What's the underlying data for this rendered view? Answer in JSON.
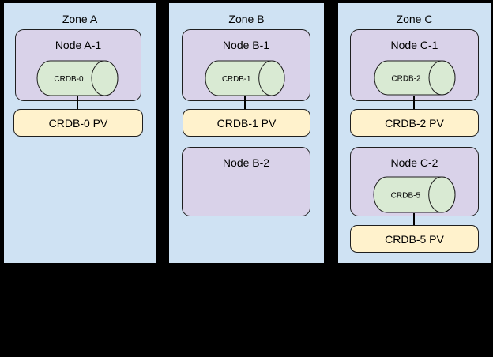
{
  "diagram": {
    "colors": {
      "background": "#000000",
      "zone_fill": "#cfe2f3",
      "node_fill": "#d9d2e9",
      "pod_fill": "#d9ead3",
      "pv_fill": "#fff2cc",
      "stroke": "#1f1f1f"
    },
    "zones": [
      {
        "label": "Zone A",
        "nodes": [
          {
            "label": "Node A-1",
            "pod_label": "CRDB-0",
            "pv_label": "CRDB-0 PV"
          }
        ]
      },
      {
        "label": "Zone B",
        "nodes": [
          {
            "label": "Node B-1",
            "pod_label": "CRDB-1",
            "pv_label": "CRDB-1 PV"
          },
          {
            "label": "Node B-2"
          }
        ]
      },
      {
        "label": "Zone C",
        "nodes": [
          {
            "label": "Node C-1",
            "pod_label": "CRDB-2",
            "pv_label": "CRDB-2 PV"
          },
          {
            "label": "Node C-2",
            "pod_label": "CRDB-5",
            "pv_label": "CRDB-5 PV"
          }
        ]
      }
    ]
  }
}
